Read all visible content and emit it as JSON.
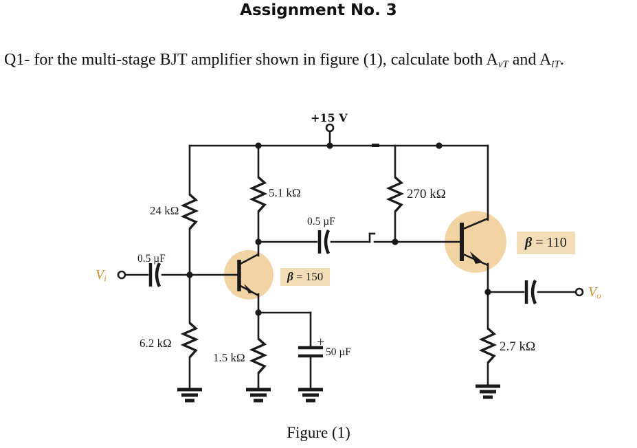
{
  "page": {
    "title": "Assignment No. 3",
    "question_prefix": "Q1- for the multi-stage BJT amplifier shown in figure (1), calculate both A",
    "question_sub1": "vT",
    "question_mid": " and A",
    "question_sub2": "iT",
    "question_suffix": ".",
    "figure_caption": "Figure (1)"
  },
  "circuit": {
    "supply_label": "+15 V",
    "input_label": "V",
    "input_sub": "i",
    "output_label": "V",
    "output_sub": "o",
    "components": {
      "r_bias_top": "24 kΩ",
      "r_bias_bottom": "6.2 kΩ",
      "r_collector1": "5.1 kΩ",
      "r_emitter1": "1.5 kΩ",
      "r_base2": "270 kΩ",
      "r_emitter2": "2.7 kΩ",
      "c_input": "0.5 µF",
      "c_coupling": "0.5 µF",
      "c_bypass": "50 µF",
      "c_bypass_polarity": "+",
      "q1_beta_sym": "β",
      "q1_beta_eq": " = 150",
      "q2_beta_sym": "β",
      "q2_beta_eq": " = 110"
    },
    "colors": {
      "wire": "#1a1a1a",
      "transistor_fill": "#F2D3A4",
      "beta_box_fill": "#F2DDB6",
      "signal_label": "#C9922B"
    }
  }
}
